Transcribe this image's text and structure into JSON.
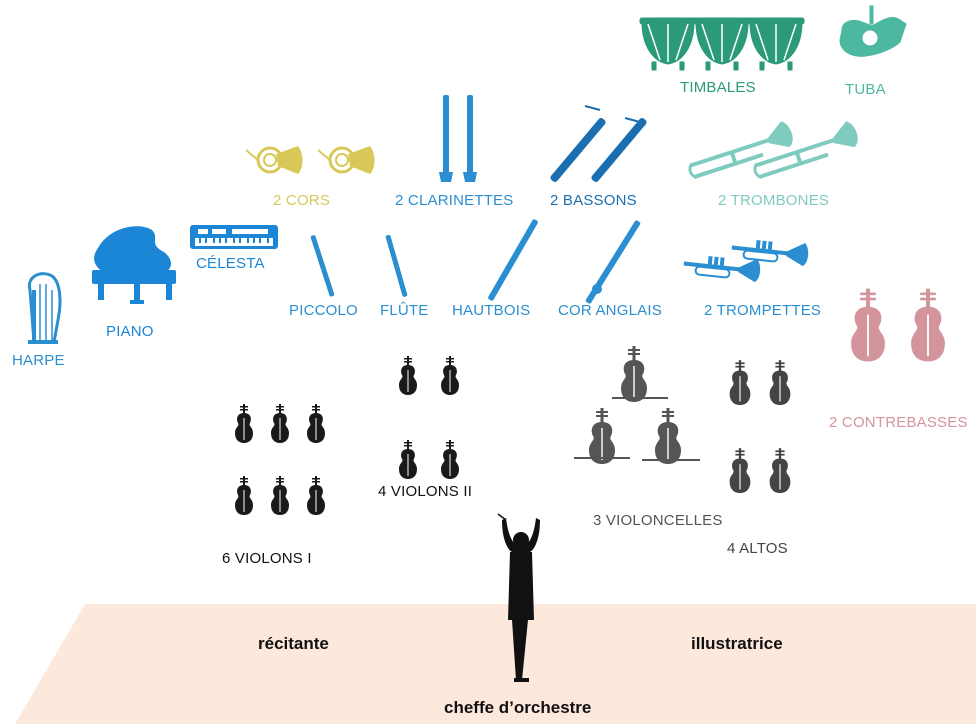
{
  "colors": {
    "percussion": "#2a9a78",
    "tuba": "#4db8a0",
    "trombone": "#7fcbc0",
    "horn": "#d8c858",
    "woodwind": "#2b8ed0",
    "keyboard": "#1b86d6",
    "bass": "#d4949c",
    "strings_dark": "#1a1a1a",
    "strings_grey": "#555555",
    "stage": "#fde9dc"
  },
  "sections": {
    "timbales": "TIMBALES",
    "tuba": "TUBA",
    "cors": "2 CORS",
    "clarinettes": "2 CLARINETTES",
    "bassons": "2 BASSONS",
    "trombones": "2 TROMBONES",
    "celesta": "CÉLESTA",
    "piano": "PIANO",
    "harpe": "HARPE",
    "piccolo": "PICCOLO",
    "flute": "FLÛTE",
    "hautbois": "HAUTBOIS",
    "cor_anglais": "COR ANGLAIS",
    "trompettes": "2 TROMPETTES",
    "contrebasses": "2 CONTREBASSES",
    "violons_1": "6 VIOLONS I",
    "violons_2": "4 VIOLONS II",
    "violoncelles": "3 VIOLONCELLES",
    "altos": "4 ALTOS"
  },
  "stage": {
    "recitante": "récitante",
    "illustratrice": "illustratrice",
    "cheffe": "cheffe d’orchestre"
  }
}
